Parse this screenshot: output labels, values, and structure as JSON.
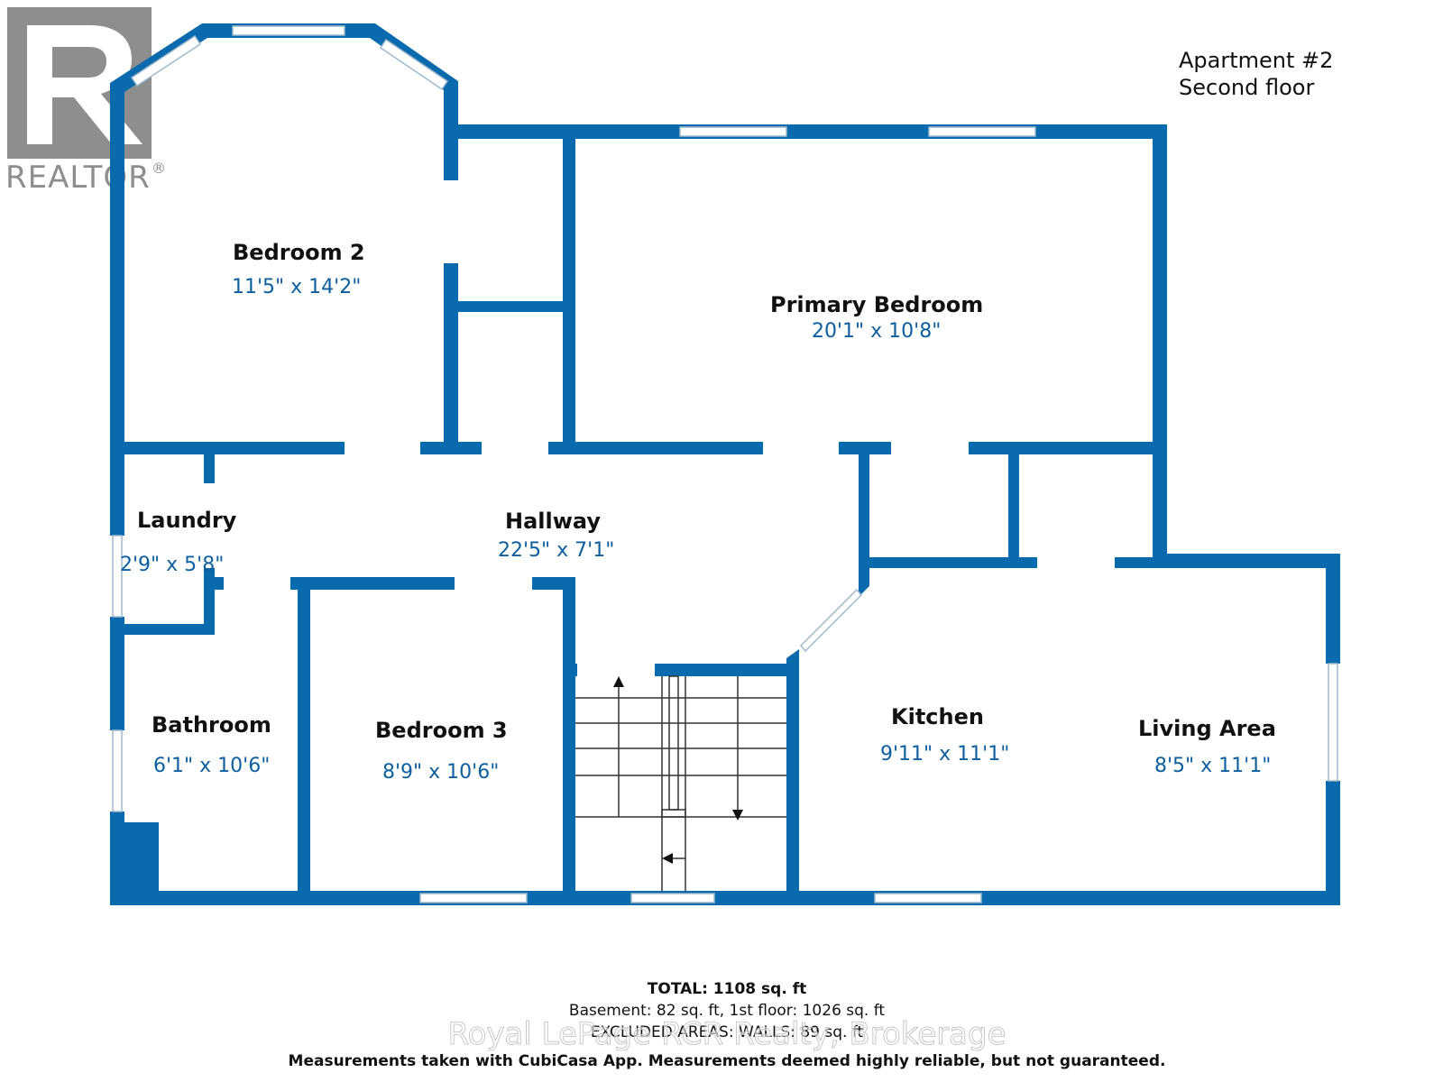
{
  "brand": {
    "realtor_text": "REALTOR",
    "realtor_mark": "®",
    "logo_icon": "realtor-r-logo-icon",
    "logo_color": "#8e8e8e"
  },
  "header": {
    "apartment": "Apartment #2",
    "floor": "Second floor"
  },
  "colors": {
    "wall": "#0a6aae",
    "dimension_text": "#0d5f9e",
    "label_text": "#111111"
  },
  "rooms": {
    "bedroom2": {
      "name": "Bedroom 2",
      "dims": "11'5\" x 14'2\""
    },
    "primary": {
      "name": "Primary Bedroom",
      "dims": "20'1\" x 10'8\""
    },
    "laundry": {
      "name": "Laundry",
      "dims": "2'9\" x 5'8\""
    },
    "hallway": {
      "name": "Hallway",
      "dims": "22'5\" x 7'1\""
    },
    "bathroom": {
      "name": "Bathroom",
      "dims": "6'1\" x 10'6\""
    },
    "bedroom3": {
      "name": "Bedroom 3",
      "dims": "8'9\" x 10'6\""
    },
    "kitchen": {
      "name": "Kitchen",
      "dims": "9'11\" x 11'1\""
    },
    "living": {
      "name": "Living Area",
      "dims": "8'5\" x 11'1\""
    }
  },
  "footer": {
    "total": "TOTAL: 1108 sq. ft",
    "floors": "Basement: 82 sq. ft, 1st floor: 1026 sq. ft",
    "excluded": "EXCLUDED AREAS: WALLS: 89 sq. ft",
    "disclaimer": "Measurements taken with CubiCasa App. Measurements deemed highly reliable, but not guaranteed.",
    "watermark": "Royal LePage RCR Realty, Brokerage"
  }
}
